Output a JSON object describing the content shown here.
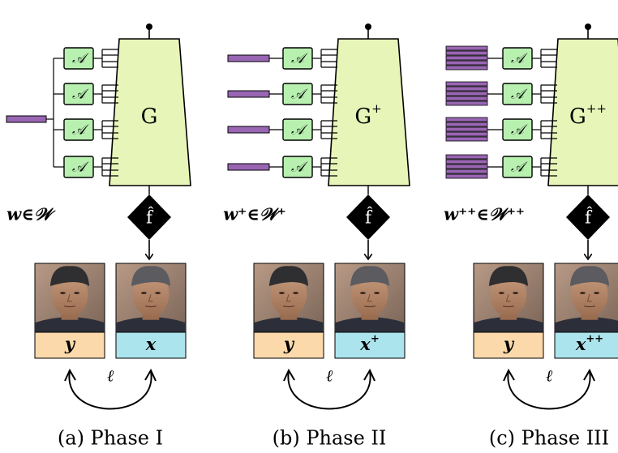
{
  "colors": {
    "generator_fill": "#e8f5b8",
    "adain_fill": "#b8f0b0",
    "latent_fill": "#9966b3",
    "y_label_fill": "#fbd9ab",
    "x_label_fill": "#ace4ee",
    "diamond_fill": "#000000",
    "stroke": "#000000"
  },
  "panels": [
    {
      "caption": "(a) Phase I",
      "generator_base": "G",
      "generator_sup": "",
      "latent_label": "w∈𝒲",
      "latent_style": "single",
      "adain_symbol": "𝒜",
      "f_label": "f̂",
      "target_label": "y",
      "output_label_base": "x",
      "output_label_sup": "",
      "loss_label": "ℓ",
      "target_icon": "face-photo-target",
      "output_icon": "face-photo-output"
    },
    {
      "caption": "(b) Phase II",
      "generator_base": "G",
      "generator_sup": "+",
      "latent_label": "w⁺∈𝒲⁺",
      "latent_style": "per-layer",
      "adain_symbol": "𝒜",
      "f_label": "f̂",
      "target_label": "y",
      "output_label_base": "x",
      "output_label_sup": "+",
      "loss_label": "ℓ",
      "target_icon": "face-photo-target",
      "output_icon": "face-photo-output"
    },
    {
      "caption": "(c) Phase III",
      "generator_base": "G",
      "generator_sup": "++",
      "latent_label": "w⁺⁺∈𝒲⁺⁺",
      "latent_style": "stacked",
      "adain_symbol": "𝒜",
      "f_label": "f̂",
      "target_label": "y",
      "output_label_base": "x",
      "output_label_sup": "++",
      "loss_label": "ℓ",
      "target_icon": "face-photo-target",
      "output_icon": "face-photo-output"
    }
  ]
}
